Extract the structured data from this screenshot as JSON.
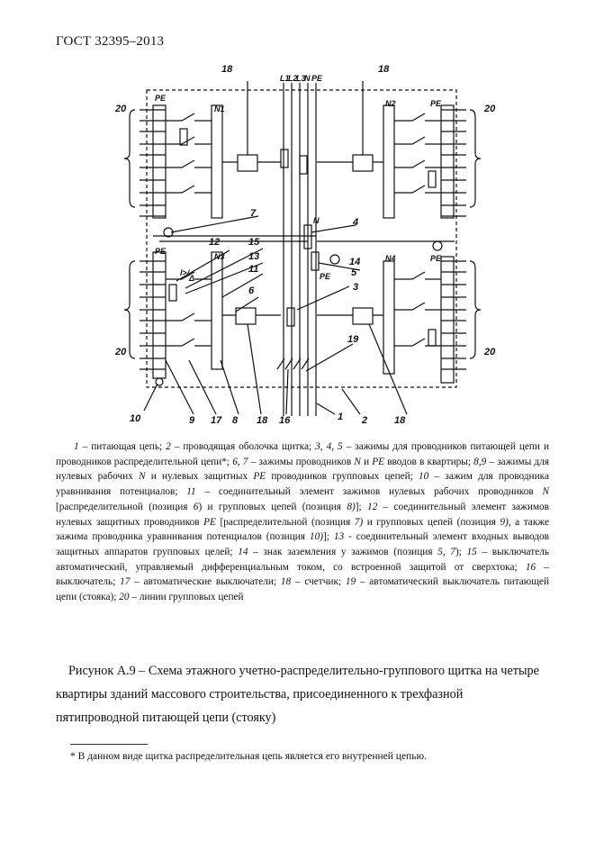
{
  "header": "ГОСТ 32395–2013",
  "diagram": {
    "bus_labels": [
      "L1",
      "L2",
      "L3",
      "N",
      "PE"
    ],
    "callouts": [
      "18",
      "18",
      "20",
      "20",
      "20",
      "20",
      "7",
      "4",
      "12",
      "15",
      "13",
      "11",
      "6",
      "14",
      "5",
      "3",
      "19",
      "10",
      "9",
      "17",
      "8",
      "18",
      "16",
      "1",
      "2",
      "18"
    ],
    "box_labels": {
      "pe": "PE",
      "n1": "N1",
      "n2": "N2",
      "n3": "N3",
      "n4": "N4",
      "n_mid": "N",
      "pe_mid": "PE",
      "rcd": "I>/",
      "rcd_delta": "Δ"
    }
  },
  "legend": [
    {
      "t": "1",
      "i": true
    },
    {
      "t": " – питающая цепь; "
    },
    {
      "t": "2",
      "i": true
    },
    {
      "t": " –  проводящая оболочка щитка; "
    },
    {
      "t": "3, 4, 5",
      "i": true
    },
    {
      "t": " – зажимы для проводников питающей цепи и проводников распределительной цепи*; "
    },
    {
      "t": "6, 7",
      "i": true
    },
    {
      "t": " –  зажимы проводников "
    },
    {
      "t": "N",
      "i": true
    },
    {
      "t": " и "
    },
    {
      "t": "PE",
      "i": true
    },
    {
      "t": " вводов в квартиры; "
    },
    {
      "t": "8,9",
      "i": true
    },
    {
      "t": " – зажимы для нулевых рабочих "
    },
    {
      "t": "N",
      "i": true
    },
    {
      "t": " и нулевых защитных "
    },
    {
      "t": "PE",
      "i": true
    },
    {
      "t": " проводников групповых цепей; "
    },
    {
      "t": "10",
      "i": true
    },
    {
      "t": " –  зажим для проводника уравнивания потенциалов; "
    },
    {
      "t": "11",
      "i": true
    },
    {
      "t": " – соединительный элемент зажимов нулевых рабочих проводников "
    },
    {
      "t": "N",
      "i": true
    },
    {
      "t": " [распределительной (позиция "
    },
    {
      "t": "6",
      "i": true
    },
    {
      "t": ") и групповых цепей (позиция "
    },
    {
      "t": "8)",
      "i": true
    },
    {
      "t": "]; "
    },
    {
      "t": "12",
      "i": true
    },
    {
      "t": " – соединительный элемент зажимов нулевых защитных проводников "
    },
    {
      "t": "PE",
      "i": true
    },
    {
      "t": " [распределительной (позиция "
    },
    {
      "t": "7)",
      "i": true
    },
    {
      "t": " и групповых цепей (позиция "
    },
    {
      "t": "9),",
      "i": true
    },
    {
      "t": " а также зажима проводника уравнивания потенциалов (позиция "
    },
    {
      "t": "10)",
      "i": true
    },
    {
      "t": "]; "
    },
    {
      "t": "13",
      "i": true
    },
    {
      "t": "  -  соединительный элемент входных выводов защитных аппаратов групповых целей; "
    },
    {
      "t": "14",
      "i": true
    },
    {
      "t": " –  знак заземления у зажимов (позиция "
    },
    {
      "t": "5, 7",
      "i": true
    },
    {
      "t": "); "
    },
    {
      "t": "15",
      "i": true
    },
    {
      "t": " –  выключатель автоматический, управляемый дифференциальным током, со встроенной защитой от сверхтока;  "
    },
    {
      "t": "16",
      "i": true
    },
    {
      "t": " – выключатель; "
    },
    {
      "t": "17",
      "i": true
    },
    {
      "t": " – автоматические выключатели;  "
    },
    {
      "t": "18",
      "i": true
    },
    {
      "t": " – счетчик; "
    },
    {
      "t": "19",
      "i": true
    },
    {
      "t": " – автоматический выключатель питающей цепи (стояка); "
    },
    {
      "t": "20",
      "i": true
    },
    {
      "t": " –  линии групповых цепей"
    }
  ],
  "caption": "Рисунок А.9 – Схема этажного учетно-распределительно-группового щитка на четыре квартиры зданий массового строительства, присоединенного к трехфазной пятипроводной питающей цепи (стояку)",
  "footnote": "* В данном виде щитка распределительная цепь является его внутренней цепью."
}
